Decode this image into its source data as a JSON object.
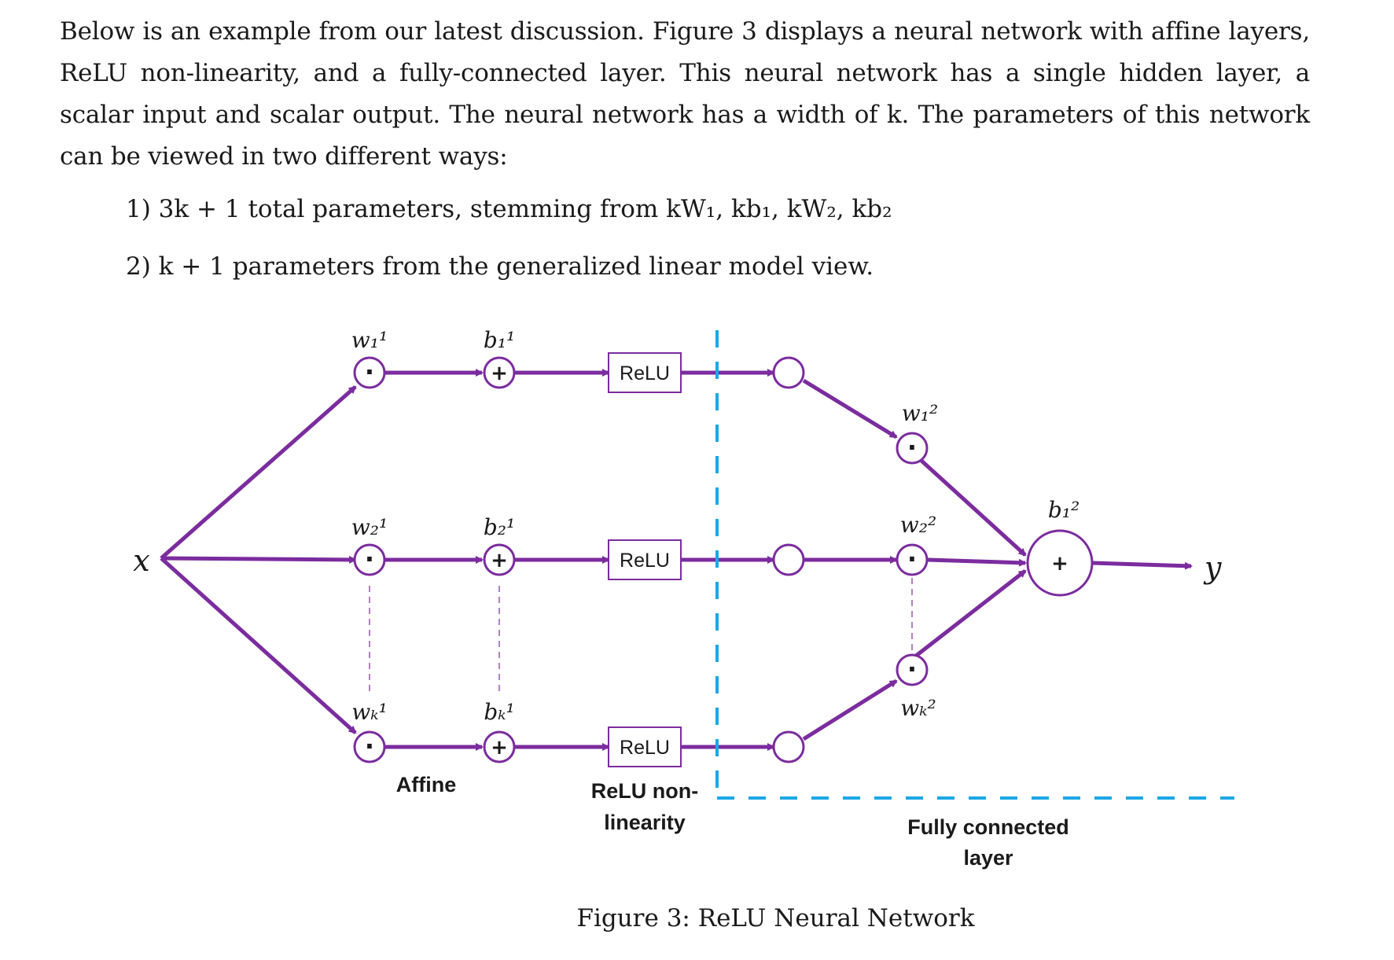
{
  "paragraph": "Below is an example from our latest discussion. Figure 3 displays a neural network with affine layers, ReLU non-linearity, and a fully-connected layer. This neural network has a single hidden layer, a scalar input and scalar output. The neural network has a width of k. The parameters of this network can be viewed in two different ways:",
  "list": {
    "item1": "1) 3k + 1 total parameters, stemming from kW₁, kb₁, kW₂, kb₂",
    "item2": "2) k + 1 parameters from the generalized linear model view."
  },
  "diagram": {
    "input_label": "x",
    "output_label": "y",
    "relu_label": "ReLU",
    "dot_symbol": "·",
    "plus_symbol": "+",
    "weights_layer1": [
      "w₁¹",
      "w₂¹",
      "wₖ¹"
    ],
    "biases_layer1": [
      "b₁¹",
      "b₂¹",
      "bₖ¹"
    ],
    "weights_layer2": [
      "w₁²",
      "w₂²",
      "wₖ²"
    ],
    "bias_layer2": "b₁²",
    "section_labels": {
      "affine": "Affine",
      "relu_line1": "ReLU non-",
      "relu_line2": "linearity",
      "fc_line1": "Fully connected",
      "fc_line2": "layer"
    },
    "colors": {
      "edge": "#7b2c9e",
      "divider": "#1ba7e6",
      "node_stroke": "#7b2c9e"
    }
  },
  "caption": "Figure 3: ReLU Neural Network"
}
